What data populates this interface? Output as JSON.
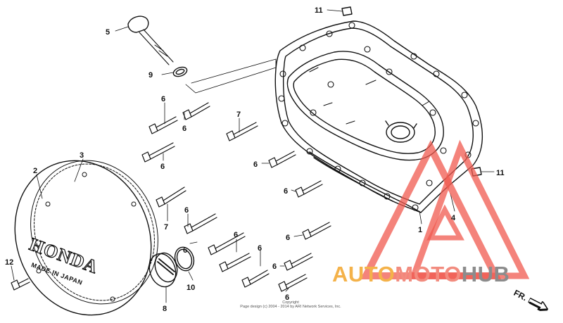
{
  "diagram": {
    "callouts": {
      "c1": "1",
      "c2": "2",
      "c3": "3",
      "c4": "4",
      "c5": "5",
      "c6a": "6",
      "c6b": "6",
      "c6c": "6",
      "c6d": "6",
      "c6e": "6",
      "c6f": "6",
      "c6g": "6",
      "c6h": "6",
      "c6i": "6",
      "c6j": "6",
      "c6k": "6",
      "c6l": "6",
      "c7a": "7",
      "c7b": "7",
      "c8": "8",
      "c9": "9",
      "c10": "10",
      "c11a": "11",
      "c11b": "11",
      "c12": "12"
    },
    "cover_logo": "HONDA",
    "cover_subtext": "MADE IN JAPAN",
    "direction_label": "FR."
  },
  "watermark": {
    "part1": "AUTO",
    "part2": "MOTO",
    "part3": "HUB",
    "colors": {
      "auto": "#f4b24a",
      "moto": "#f28c7f",
      "hub": "#8c8c8c",
      "triangle": "#f05a4f"
    }
  },
  "copyright": {
    "line1": "Copyright",
    "line2": "Page design (c) 2004 - 2014 by ARI Network Services, Inc."
  }
}
